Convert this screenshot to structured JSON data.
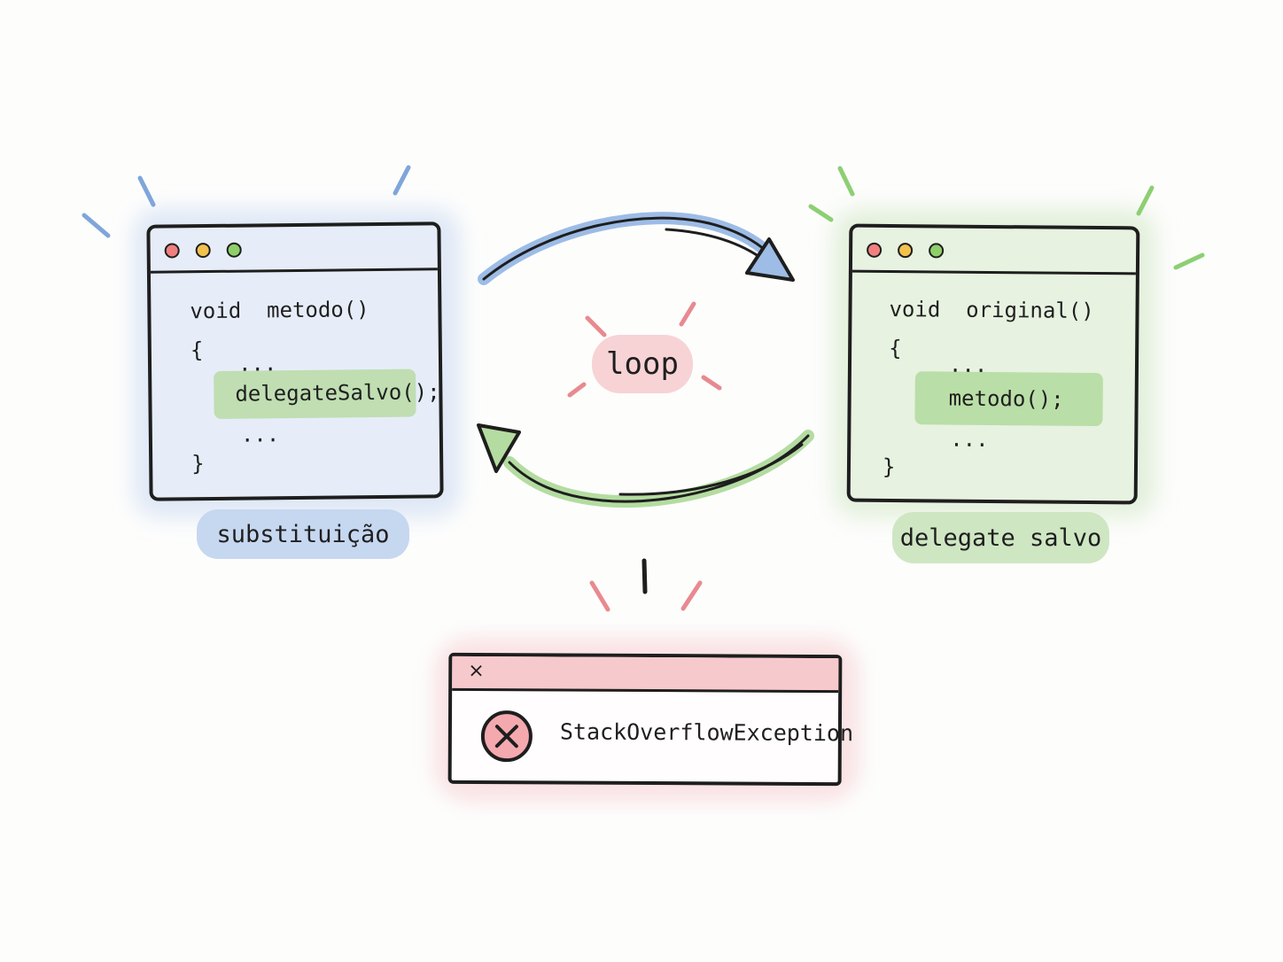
{
  "colors": {
    "blue_accent": "#7fa6da",
    "green_accent": "#8dcf73",
    "red_accent": "#e88a90",
    "outline": "#1e1e1e"
  },
  "left_window": {
    "line1": "void  metodo()",
    "open_brace": "{",
    "ellipsis_top": "...",
    "highlighted_call": "delegateSalvo();",
    "ellipsis_bottom": "...",
    "close_brace": "}",
    "caption": "substituição"
  },
  "right_window": {
    "line1": "void  original()",
    "open_brace": "{",
    "ellipsis_top": "...",
    "highlighted_call": "metodo();",
    "ellipsis_bottom": "...",
    "close_brace": "}",
    "caption": "delegate  salvo"
  },
  "center": {
    "loop_label": "loop"
  },
  "error_dialog": {
    "close_glyph": "×",
    "message": "StackOverflowException",
    "icon": "error-x-circle-icon"
  }
}
